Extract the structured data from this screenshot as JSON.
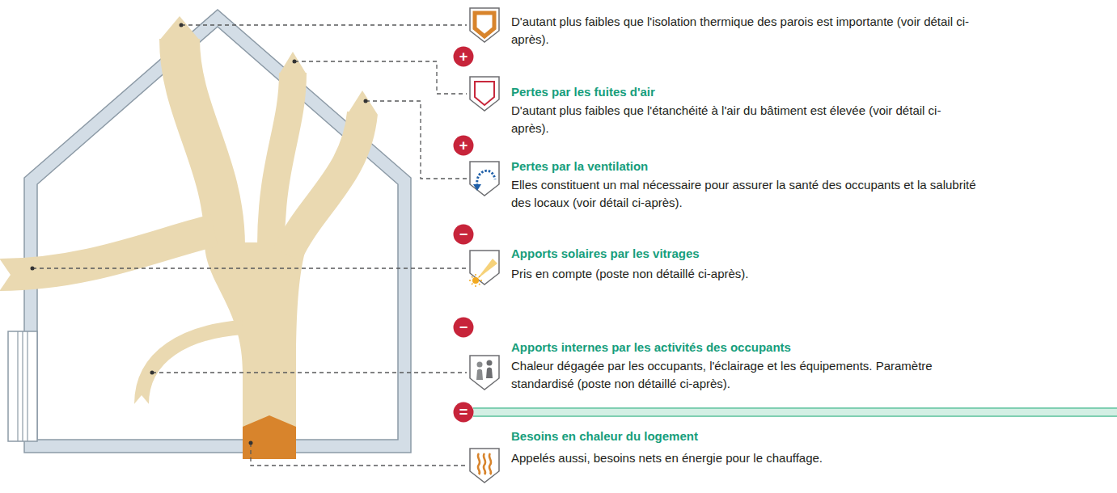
{
  "diagram": {
    "nodes": [
      {
        "text": [
          "+"
        ]
      },
      {
        "text": [
          "+"
        ]
      },
      {
        "text": [
          "−"
        ]
      },
      {
        "text": [
          "−"
        ]
      },
      {
        "text": [
          "="
        ]
      }
    ],
    "labels": [
      "D'autant plus faibles que l'isolation thermique des parois est importante (voir détail ci-après).",
      "Pertes par les fuites d'air",
      "D'autant plus faibles que l'étanchéité à l'air du bâtiment est élevée (voir détail ci-après).",
      "Pertes par la ventilation",
      "Elles constituent un mal nécessaire pour assurer la santé des occupants et la salubrité des locaux (voir détail ci-après).",
      "Apports solaires par les vitrages",
      "Pris en compte (poste non détaillé ci-après).",
      "Apports internes par les activités des occupants",
      "Chaleur dégagée par les occupants, l'éclairage et les équipements. Paramètre standardisé (poste non détaillé ci-après).",
      "Besoins en chaleur du logement",
      "Appelés aussi, besoins nets en énergie pour le chauffage."
    ]
  }
}
